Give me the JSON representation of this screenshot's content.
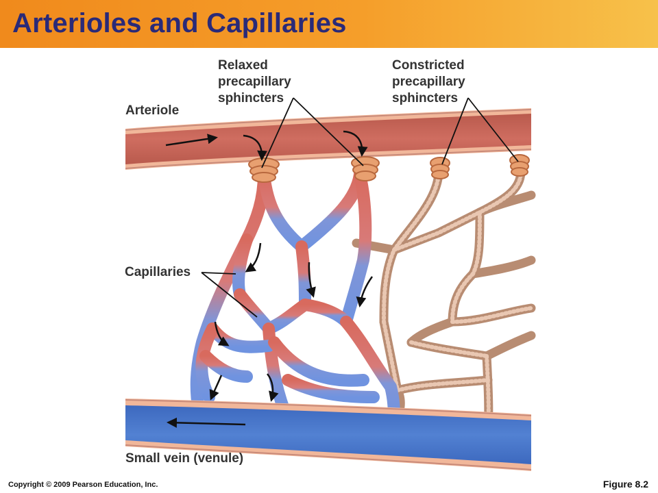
{
  "title": "Arterioles and Capillaries",
  "labels": {
    "arteriole": "Arteriole",
    "relaxed": [
      "Relaxed",
      "precapillary",
      "sphincters"
    ],
    "constricted": [
      "Constricted",
      "precapillary",
      "sphincters"
    ],
    "capillaries": "Capillaries",
    "venule": "Small vein (venule)"
  },
  "footer": {
    "copyright": "Copyright © 2009 Pearson Education, Inc.",
    "figure": "Figure 8.2"
  },
  "colors": {
    "title_bar": "#f39a28",
    "title_text": "#2a2a78",
    "arteriole": "#c9675a",
    "arteriole_wall": "#f1b79a",
    "vein": "#4a78c8",
    "vein_wall": "#f1b79a",
    "closed_capillary": "#c9a68f",
    "sphincter": "#e8a070"
  }
}
